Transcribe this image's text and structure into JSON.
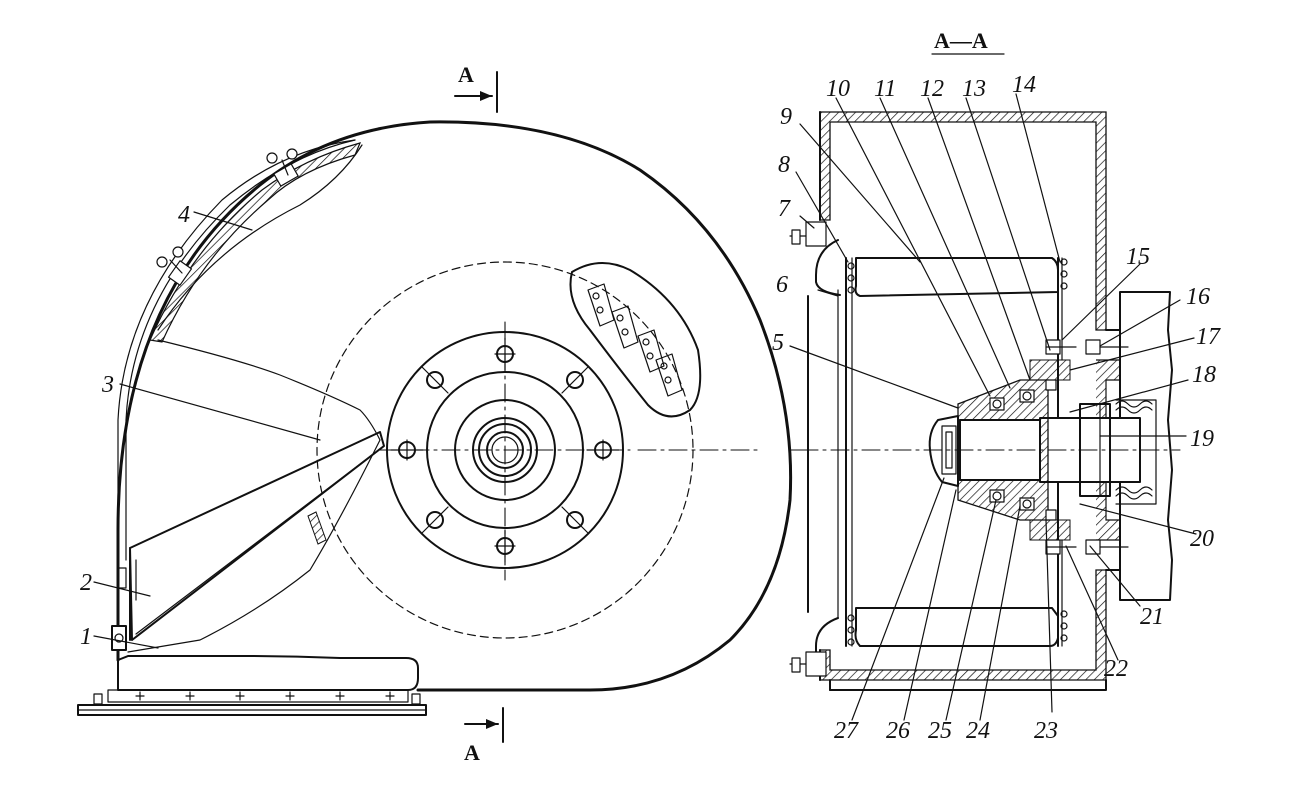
{
  "section_title": "A—A",
  "section_marks": {
    "top": "A",
    "bottom": "A"
  },
  "left_labels": [
    "1",
    "2",
    "3",
    "4"
  ],
  "right_labels": [
    "5",
    "6",
    "7",
    "8",
    "9",
    "10",
    "11",
    "12",
    "13",
    "14",
    "15",
    "16",
    "17",
    "18",
    "19",
    "20",
    "21",
    "22",
    "23",
    "24",
    "25",
    "26",
    "27"
  ]
}
